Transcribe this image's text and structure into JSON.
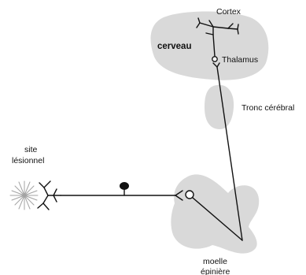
{
  "labels": {
    "cortex": "Cortex",
    "cerveau": "cerveau",
    "thalamus": "Thalamus",
    "tronc": "Tronc cérébral",
    "site_line1": "site",
    "site_line2": "lésionnel",
    "moelle_line1": "moelle",
    "moelle_line2": "épinière"
  },
  "colors": {
    "region_fill": "#d9d9d9",
    "line": "#111111",
    "lesion_rays": "#a3a3a3"
  }
}
